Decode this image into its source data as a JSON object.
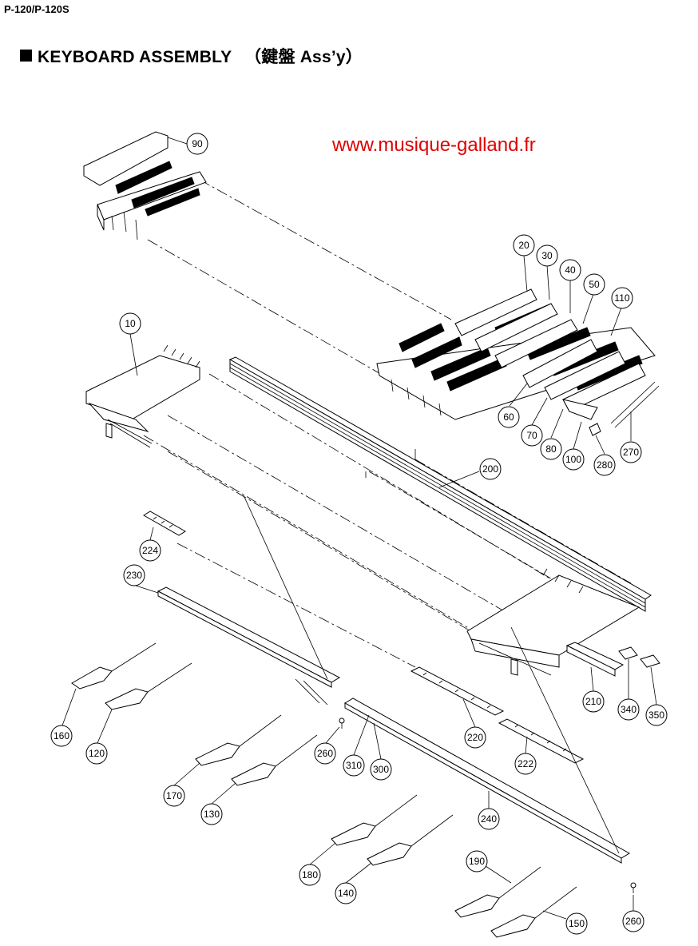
{
  "header": {
    "model": "P-120/P-120S",
    "title": "KEYBOARD ASSEMBLY",
    "title_jp": "（鍵盤 Ass’y）"
  },
  "watermark": "www.musique-galland.fr",
  "callouts": [
    {
      "id": "90",
      "label": "90"
    },
    {
      "id": "20",
      "label": "20"
    },
    {
      "id": "30",
      "label": "30"
    },
    {
      "id": "40",
      "label": "40"
    },
    {
      "id": "50",
      "label": "50"
    },
    {
      "id": "110",
      "label": "110"
    },
    {
      "id": "10",
      "label": "10"
    },
    {
      "id": "60",
      "label": "60"
    },
    {
      "id": "70",
      "label": "70"
    },
    {
      "id": "80",
      "label": "80"
    },
    {
      "id": "100",
      "label": "100"
    },
    {
      "id": "280",
      "label": "280"
    },
    {
      "id": "270",
      "label": "270"
    },
    {
      "id": "200",
      "label": "200"
    },
    {
      "id": "224",
      "label": "224"
    },
    {
      "id": "230",
      "label": "230"
    },
    {
      "id": "210",
      "label": "210"
    },
    {
      "id": "340",
      "label": "340"
    },
    {
      "id": "350",
      "label": "350"
    },
    {
      "id": "160",
      "label": "160"
    },
    {
      "id": "120",
      "label": "120"
    },
    {
      "id": "260a",
      "label": "260"
    },
    {
      "id": "220",
      "label": "220"
    },
    {
      "id": "310",
      "label": "310"
    },
    {
      "id": "300",
      "label": "300"
    },
    {
      "id": "222",
      "label": "222"
    },
    {
      "id": "170",
      "label": "170"
    },
    {
      "id": "130",
      "label": "130"
    },
    {
      "id": "240",
      "label": "240"
    },
    {
      "id": "180",
      "label": "180"
    },
    {
      "id": "140",
      "label": "140"
    },
    {
      "id": "190",
      "label": "190"
    },
    {
      "id": "150",
      "label": "150"
    },
    {
      "id": "260b",
      "label": "260"
    }
  ]
}
